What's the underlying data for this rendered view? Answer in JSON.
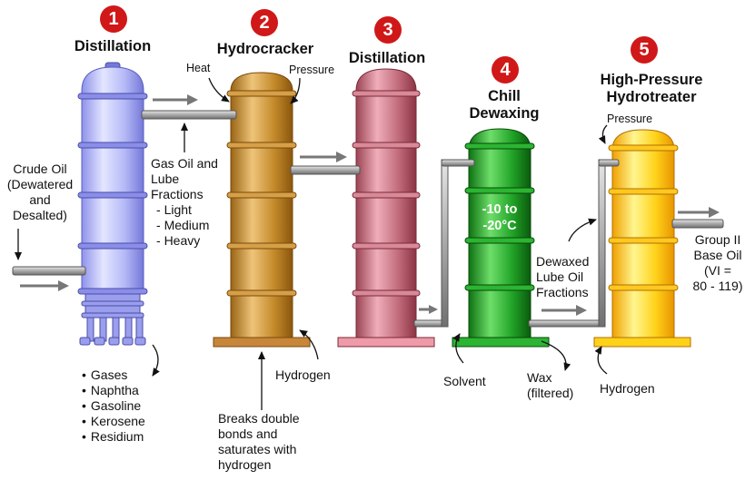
{
  "steps": [
    {
      "number": "1",
      "title": "Distillation"
    },
    {
      "number": "2",
      "title": "Hydrocracker"
    },
    {
      "number": "3",
      "title": "Distillation"
    },
    {
      "number": "4",
      "title_line1": "Chill",
      "title_line2": "Dewaxing"
    },
    {
      "number": "5",
      "title_line1": "High-Pressure",
      "title_line2": "Hydrotreater"
    }
  ],
  "labels": {
    "crude_oil": [
      "Crude Oil",
      "(Dewatered",
      "and",
      "Desalted)"
    ],
    "heat": "Heat",
    "pressure_hydrocracker": "Pressure",
    "pressure_hydrotreater": "Pressure",
    "gas_oil": [
      "Gas Oil and",
      "Lube",
      "Fractions"
    ],
    "gas_oil_fractions": [
      "Light",
      "Medium",
      "Heavy"
    ],
    "distillation_products": [
      "Gases",
      "Naphtha",
      "Gasoline",
      "Kerosene",
      "Residium"
    ],
    "hydrogen_hydrocracker": "Hydrogen",
    "breaks_note": [
      "Breaks double",
      "bonds and",
      "saturates with",
      "hydrogen"
    ],
    "dewax_temperature": [
      "-10 to",
      "-20°C"
    ],
    "solvent": "Solvent",
    "wax": [
      "Wax",
      "(filtered)"
    ],
    "dewaxed": [
      "Dewaxed",
      "Lube Oil",
      "Fractions"
    ],
    "hydrogen_hydrotreater": "Hydrogen",
    "product": [
      "Group II",
      "Base Oil",
      "(VI =",
      "80 - 119)"
    ]
  },
  "colors": {
    "badge": "#d01818",
    "tower_distillation_1": "#c8ccff",
    "tower_hydrocracker": "#c8902c",
    "tower_distillation_3": "#c86c7c",
    "tower_dewaxing": "#22a028",
    "tower_hydrotreater": "#ffd21a",
    "pipe": "#a9a9a9"
  }
}
